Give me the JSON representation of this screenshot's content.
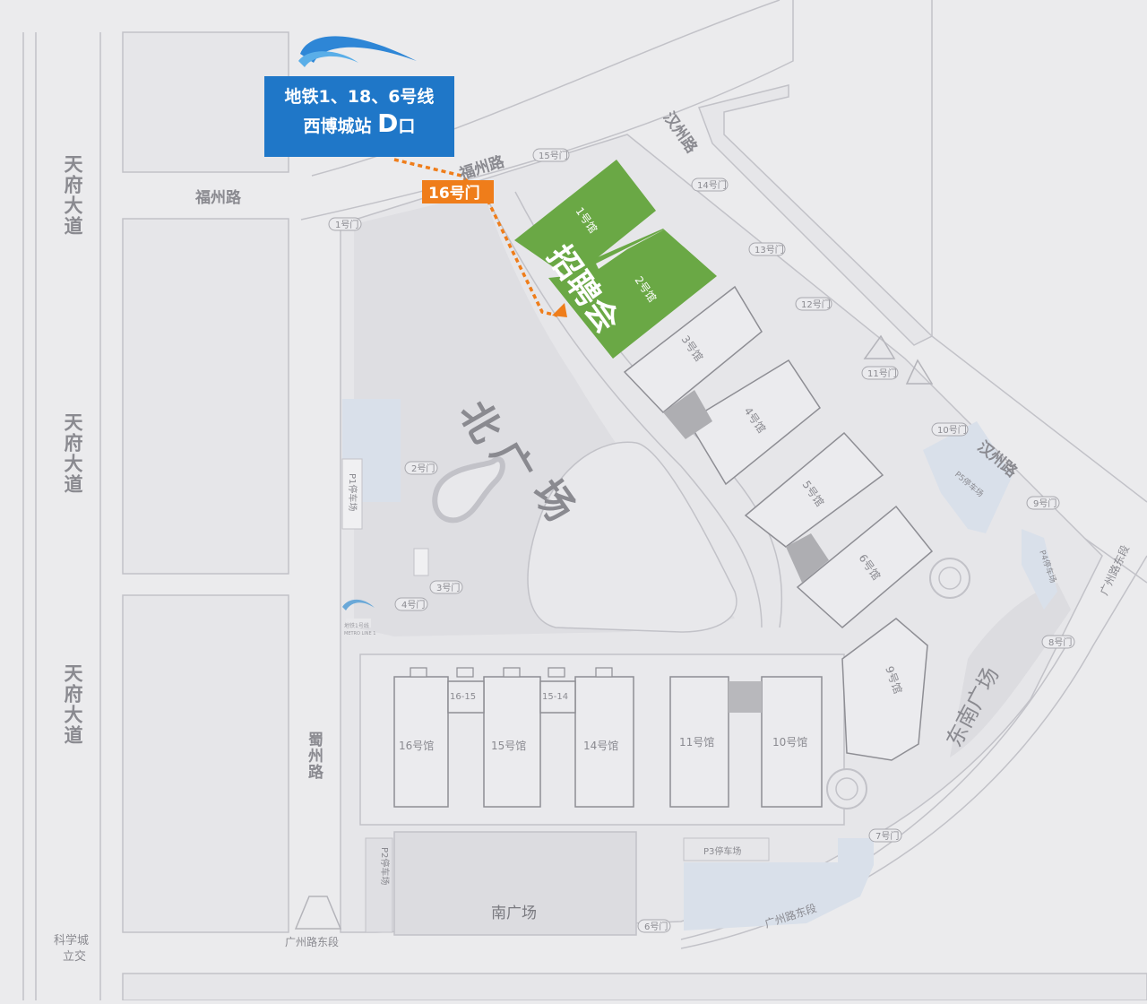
{
  "colors": {
    "background": "#ebebed",
    "block": "#e5e5e8",
    "road_line": "#b4b4ba",
    "plaza": "#dcdce0",
    "parking": "#d8e0ec",
    "hall_fill": "#ebebee",
    "hall_green": "#6aa845",
    "metro_box": "#1f77c8",
    "gate_orange": "#ef7d1a",
    "dashed_path": "#ef7d1a",
    "dark_patch": "#aeaeb2"
  },
  "metro": {
    "line1": "地铁1、18、6号线",
    "line2_prefix": "西博城站 ",
    "line2_letter": "D",
    "line2_suffix": "口",
    "gate_badge": "16号门"
  },
  "event": {
    "label": "招聘会",
    "hall1": "1号馆",
    "hall2": "2号馆"
  },
  "roads": {
    "tianfu_1": "天府大道",
    "tianfu_2": "天府大道",
    "tianfu_3": "天府大道",
    "fuzhou_west": "福州路",
    "fuzhou_east": "福州路",
    "hanzhou_north": "汉州路",
    "hanzhou_south": "汉州路",
    "shuzhou": "蜀州路",
    "guangzhou_east_1": "广州路东段",
    "guangzhou_east_2": "广州路东段",
    "guangzhou_east_3": "广州路东段",
    "kexuecheng_1": "科学城",
    "kexuecheng_2": "立交"
  },
  "plazas": {
    "north": [
      "北",
      "广",
      "场"
    ],
    "southeast": "东南广场",
    "south": "南广场"
  },
  "halls": {
    "h3": "3号馆",
    "h4": "4号馆",
    "h5": "5号馆",
    "h6": "6号馆",
    "h9": "9号馆",
    "h10": "10号馆",
    "h11": "11号馆",
    "h14": "14号馆",
    "h15": "15号馆",
    "h16": "16号馆",
    "h16_15": "16-15",
    "h15_14": "15-14"
  },
  "gates": {
    "g1": "1号门",
    "g2": "2号门",
    "g3": "3号门",
    "g4": "4号门",
    "g6": "6号门",
    "g7": "7号门",
    "g8": "8号门",
    "g9": "9号门",
    "g10": "10号门",
    "g11": "11号门",
    "g12": "12号门",
    "g13": "13号门",
    "g14": "14号门",
    "g15": "15号门"
  },
  "parking": {
    "p1": "P1停车场",
    "p2": "P2停车场",
    "p3": "P3停车场",
    "p4": "P4停车场",
    "p5": "P5停车场"
  },
  "misc": {
    "metro_line1_small": "地铁1号线",
    "metro_line1_en": "METRO LINE 1"
  },
  "icons": {
    "metro_logo": "metro-wave-logo-icon",
    "target_marker": "triangle-marker-icon"
  }
}
